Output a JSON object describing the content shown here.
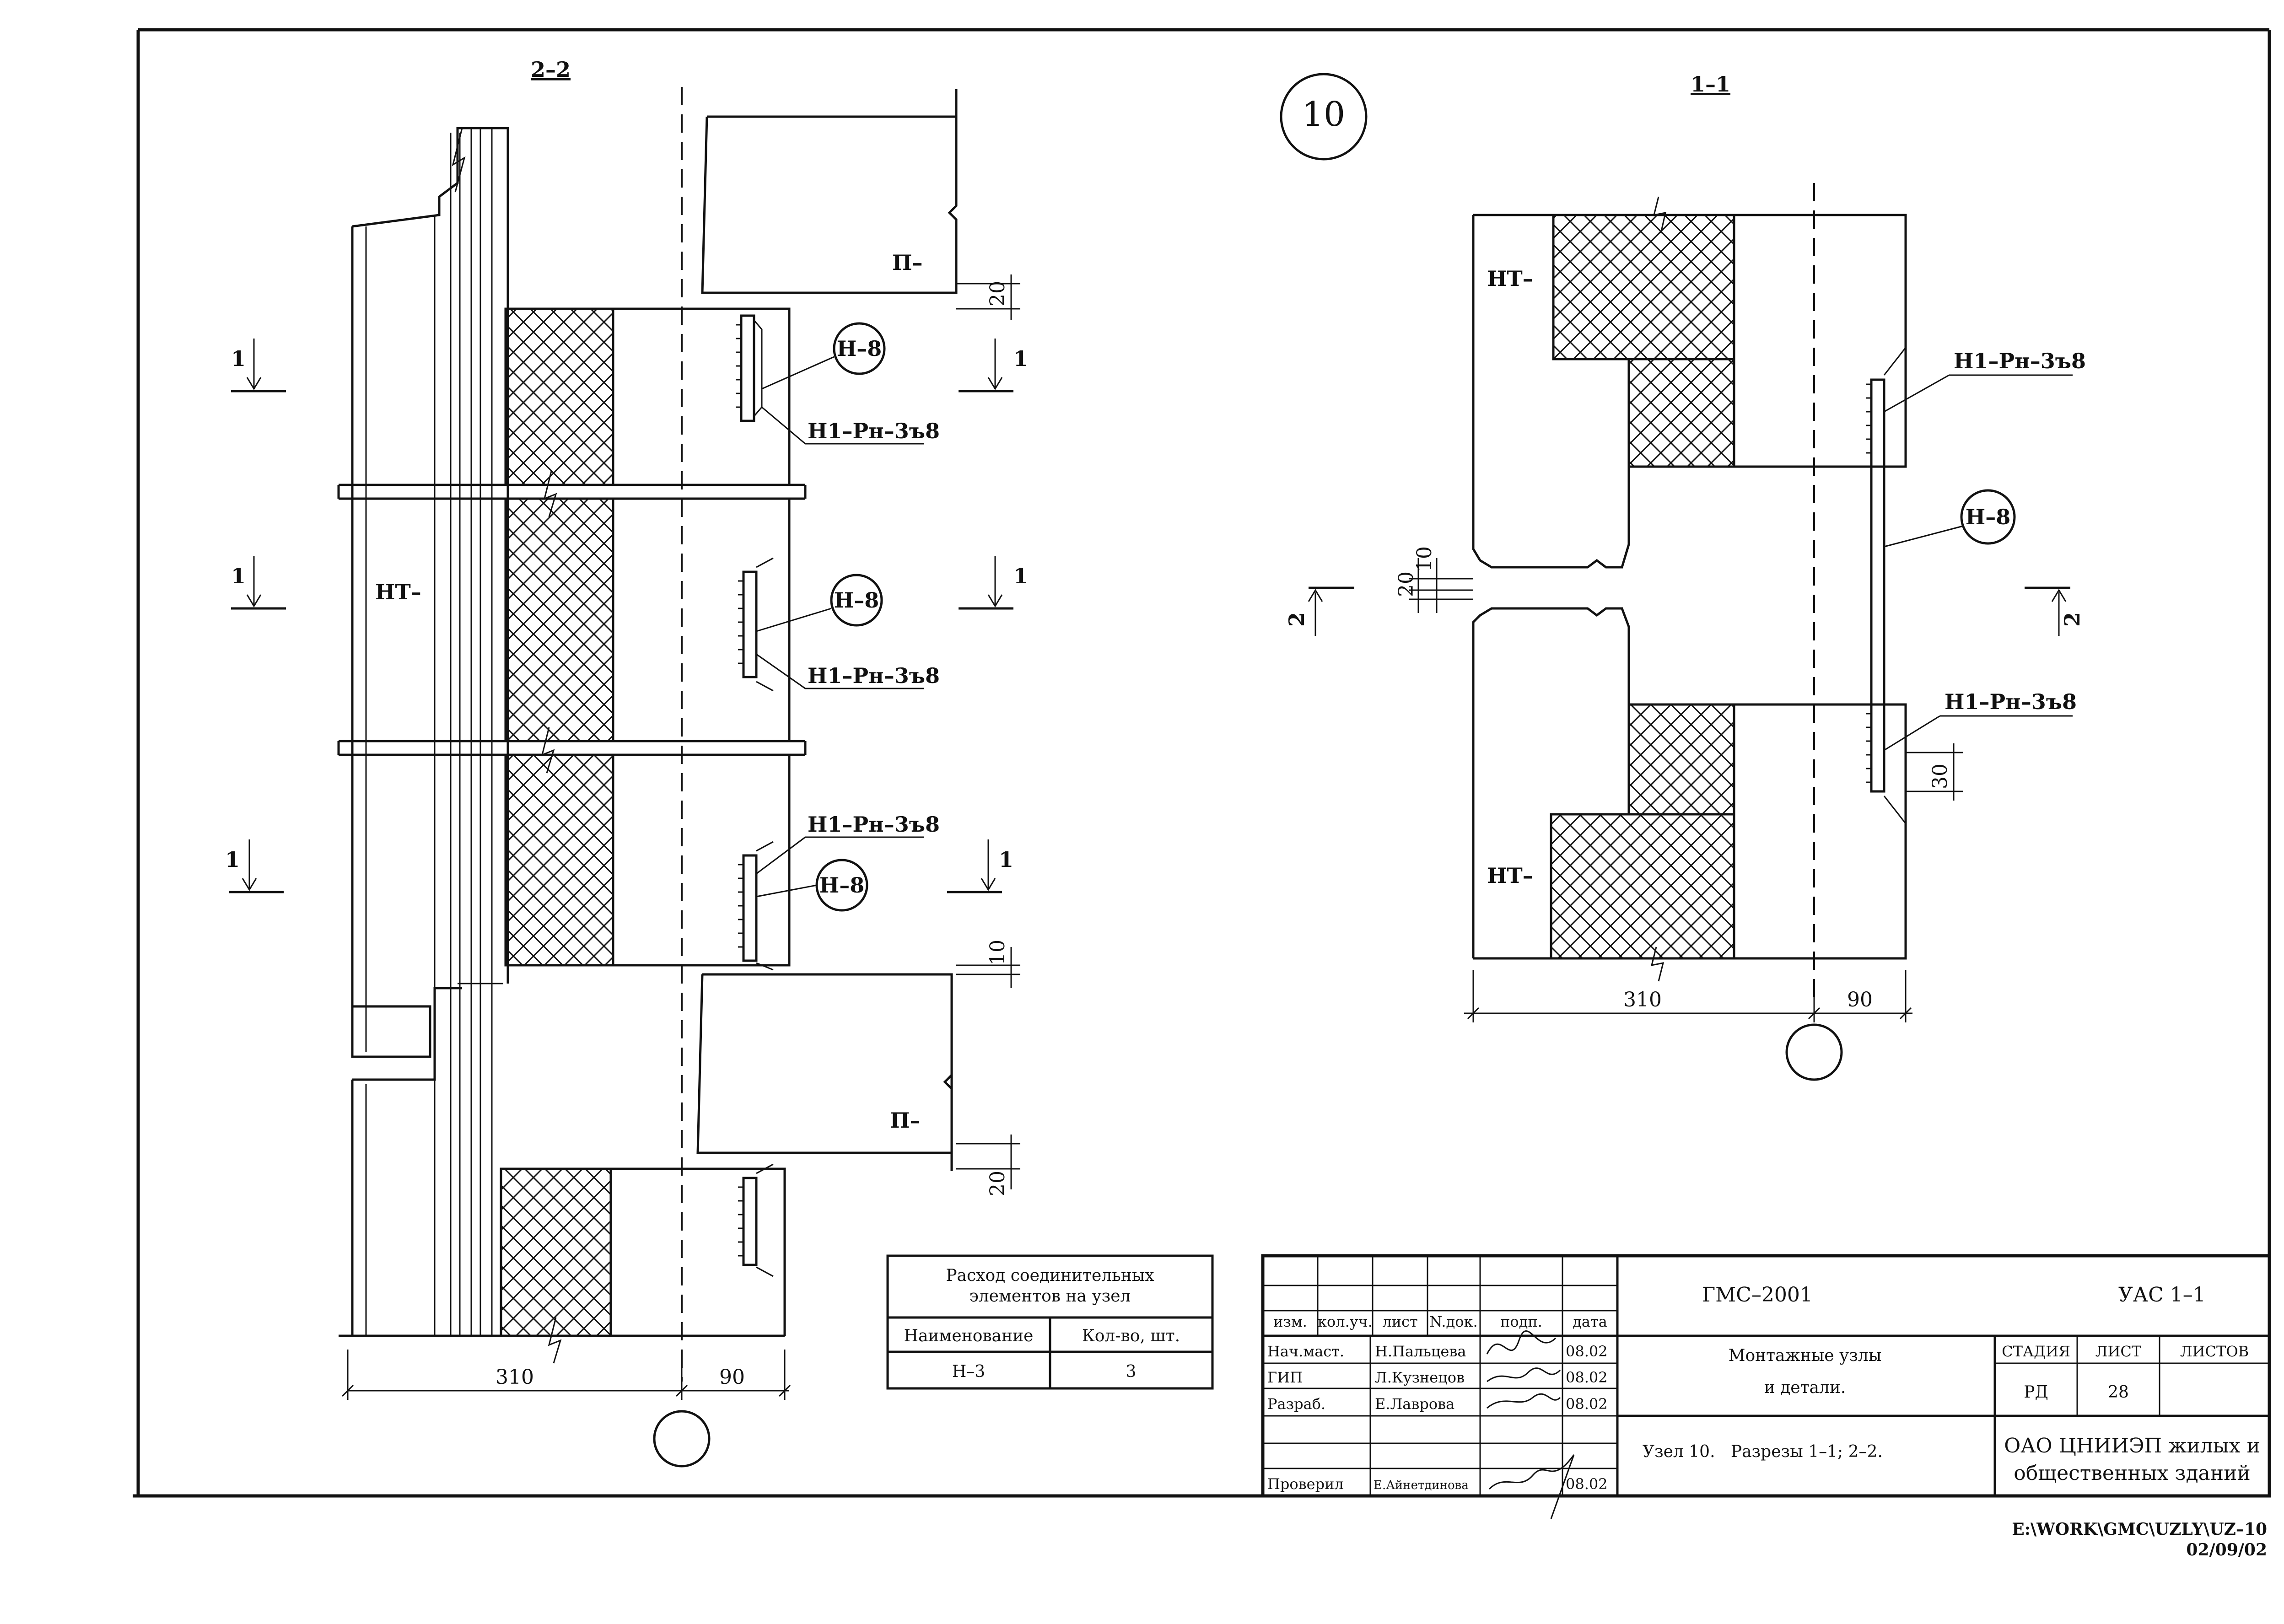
{
  "node_number": "10",
  "section_2_2": {
    "title": "2–2",
    "panel_left_label": "НТ–",
    "slab_top_label": "П–",
    "slab_bottom_label": "П–",
    "section_marker": "1",
    "callouts": [
      {
        "circle": "Н–8",
        "weld": "Н1–Рн–3ъ8"
      },
      {
        "circle": "Н–8",
        "weld": "Н1–Рн–3ъ8"
      },
      {
        "circle": "Н–8",
        "weld": "Н1–Рн–3ъ8"
      }
    ],
    "dims": {
      "gap_top": "20",
      "gap_mid": "10",
      "gap_bottom": "20",
      "width_left": "310",
      "width_right": "90"
    }
  },
  "section_1_1": {
    "title": "1–1",
    "panel_top_label": "НТ–",
    "panel_bottom_label": "НТ–",
    "section_marker": "2",
    "plate_circle": "Н–8",
    "weld_top": "Н1–Рн–3ъ8",
    "weld_bottom": "Н1–Рн–3ъ8",
    "dims": {
      "d10": "10",
      "d20": "20",
      "d30": "30",
      "width_left": "310",
      "width_right": "90"
    }
  },
  "consumption_table": {
    "title_line1": "Расход соединительных",
    "title_line2": "элементов на узел",
    "col_name": "Наименование",
    "col_qty": "Кол-во, шт.",
    "rows": [
      {
        "name": "Н–3",
        "qty": "3"
      }
    ]
  },
  "title_block": {
    "header_cols": [
      "изм.",
      "кол.уч.",
      "лист",
      "N.док.",
      "подп.",
      "дата"
    ],
    "staff": [
      {
        "role": "Нач.маст.",
        "name": "Н.Пальцева",
        "date": "08.02"
      },
      {
        "role": "ГИП",
        "name": "Л.Кузнецов",
        "date": "08.02"
      },
      {
        "role": "Разраб.",
        "name": "Е.Лаврова",
        "date": "08.02"
      },
      {
        "role": "Проверил",
        "name": "Е.Айнетдинова",
        "date": "08.02"
      }
    ],
    "project": "ГМС–2001",
    "code": "УАС 1–1",
    "doc_title_line1": "Монтажные узлы",
    "doc_title_line2": "и детали.",
    "sheet_title": "Узел 10.   Разрезы 1–1; 2–2.",
    "stage_label": "СТАДИЯ",
    "sheet_label": "ЛИСТ",
    "sheets_label": "ЛИСТОВ",
    "stage": "РД",
    "sheet_no": "28",
    "sheets_total": "",
    "org_line1": "ОАО ЦНИИЭП жилых и",
    "org_line2": "общественных зданий"
  },
  "file_path": "E:\\WORK\\GMC\\UZLY\\UZ–10",
  "file_date": "02/09/02"
}
